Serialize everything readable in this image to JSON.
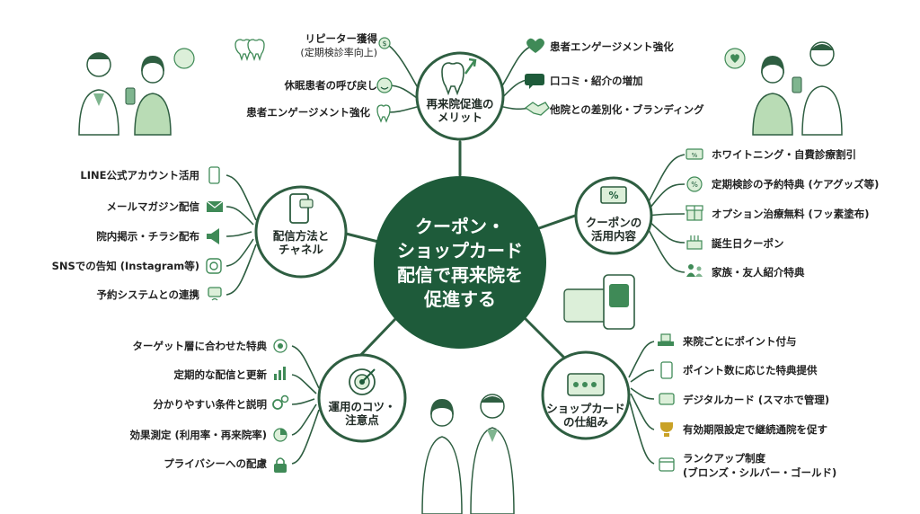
{
  "center": {
    "lines": [
      "クーポン・",
      "ショップカード",
      "配信で再来院を",
      "促進する"
    ]
  },
  "colors": {
    "dark_green": "#1e5b3a",
    "mid_green": "#3f8a57",
    "light_green": "#dcefd9",
    "line": "#2e5e41"
  },
  "nodes": {
    "merit": {
      "title": [
        "再来院促進の",
        "メリット"
      ],
      "left_items": [
        "リピーター獲得",
        "(定期検診率向上)",
        "休眠患者の呼び戻し",
        "患者エンゲージメント強化"
      ],
      "right_items": [
        "患者エンゲージメント強化",
        "口コミ・紹介の増加",
        "他院との差別化・ブランディング"
      ]
    },
    "coupon": {
      "title": [
        "クーポンの",
        "活用内容"
      ],
      "items": [
        "ホワイトニング・自費診療割引",
        "定期検診の予約特典 (ケアグッズ等)",
        "オプション治療無料 (フッ素塗布)",
        "誕生日クーポン",
        "家族・友人紹介特典"
      ]
    },
    "card": {
      "title": [
        "ショップカード",
        "の仕組み"
      ],
      "items": [
        "来院ごとにポイント付与",
        "ポイント数に応じた特典提供",
        "デジタルカード (スマホで管理)",
        "有効期限設定で継続通院を促す",
        "ランクアップ制度",
        "(ブロンズ・シルバー・ゴールド)"
      ]
    },
    "tips": {
      "title": [
        "運用のコツ・",
        "注意点"
      ],
      "items": [
        "ターゲット層に合わせた特典",
        "定期的な配信と更新",
        "分かりやすい条件と説明",
        "効果測定 (利用率・再来院率)",
        "プライバシーへの配慮"
      ]
    },
    "channel": {
      "title": [
        "配信方法と",
        "チャネル"
      ],
      "items": [
        "LINE公式アカウント活用",
        "メールマガジン配信",
        "院内掲示・チラシ配布",
        "SNSでの告知 (Instagram等)",
        "予約システムとの連携"
      ]
    }
  }
}
